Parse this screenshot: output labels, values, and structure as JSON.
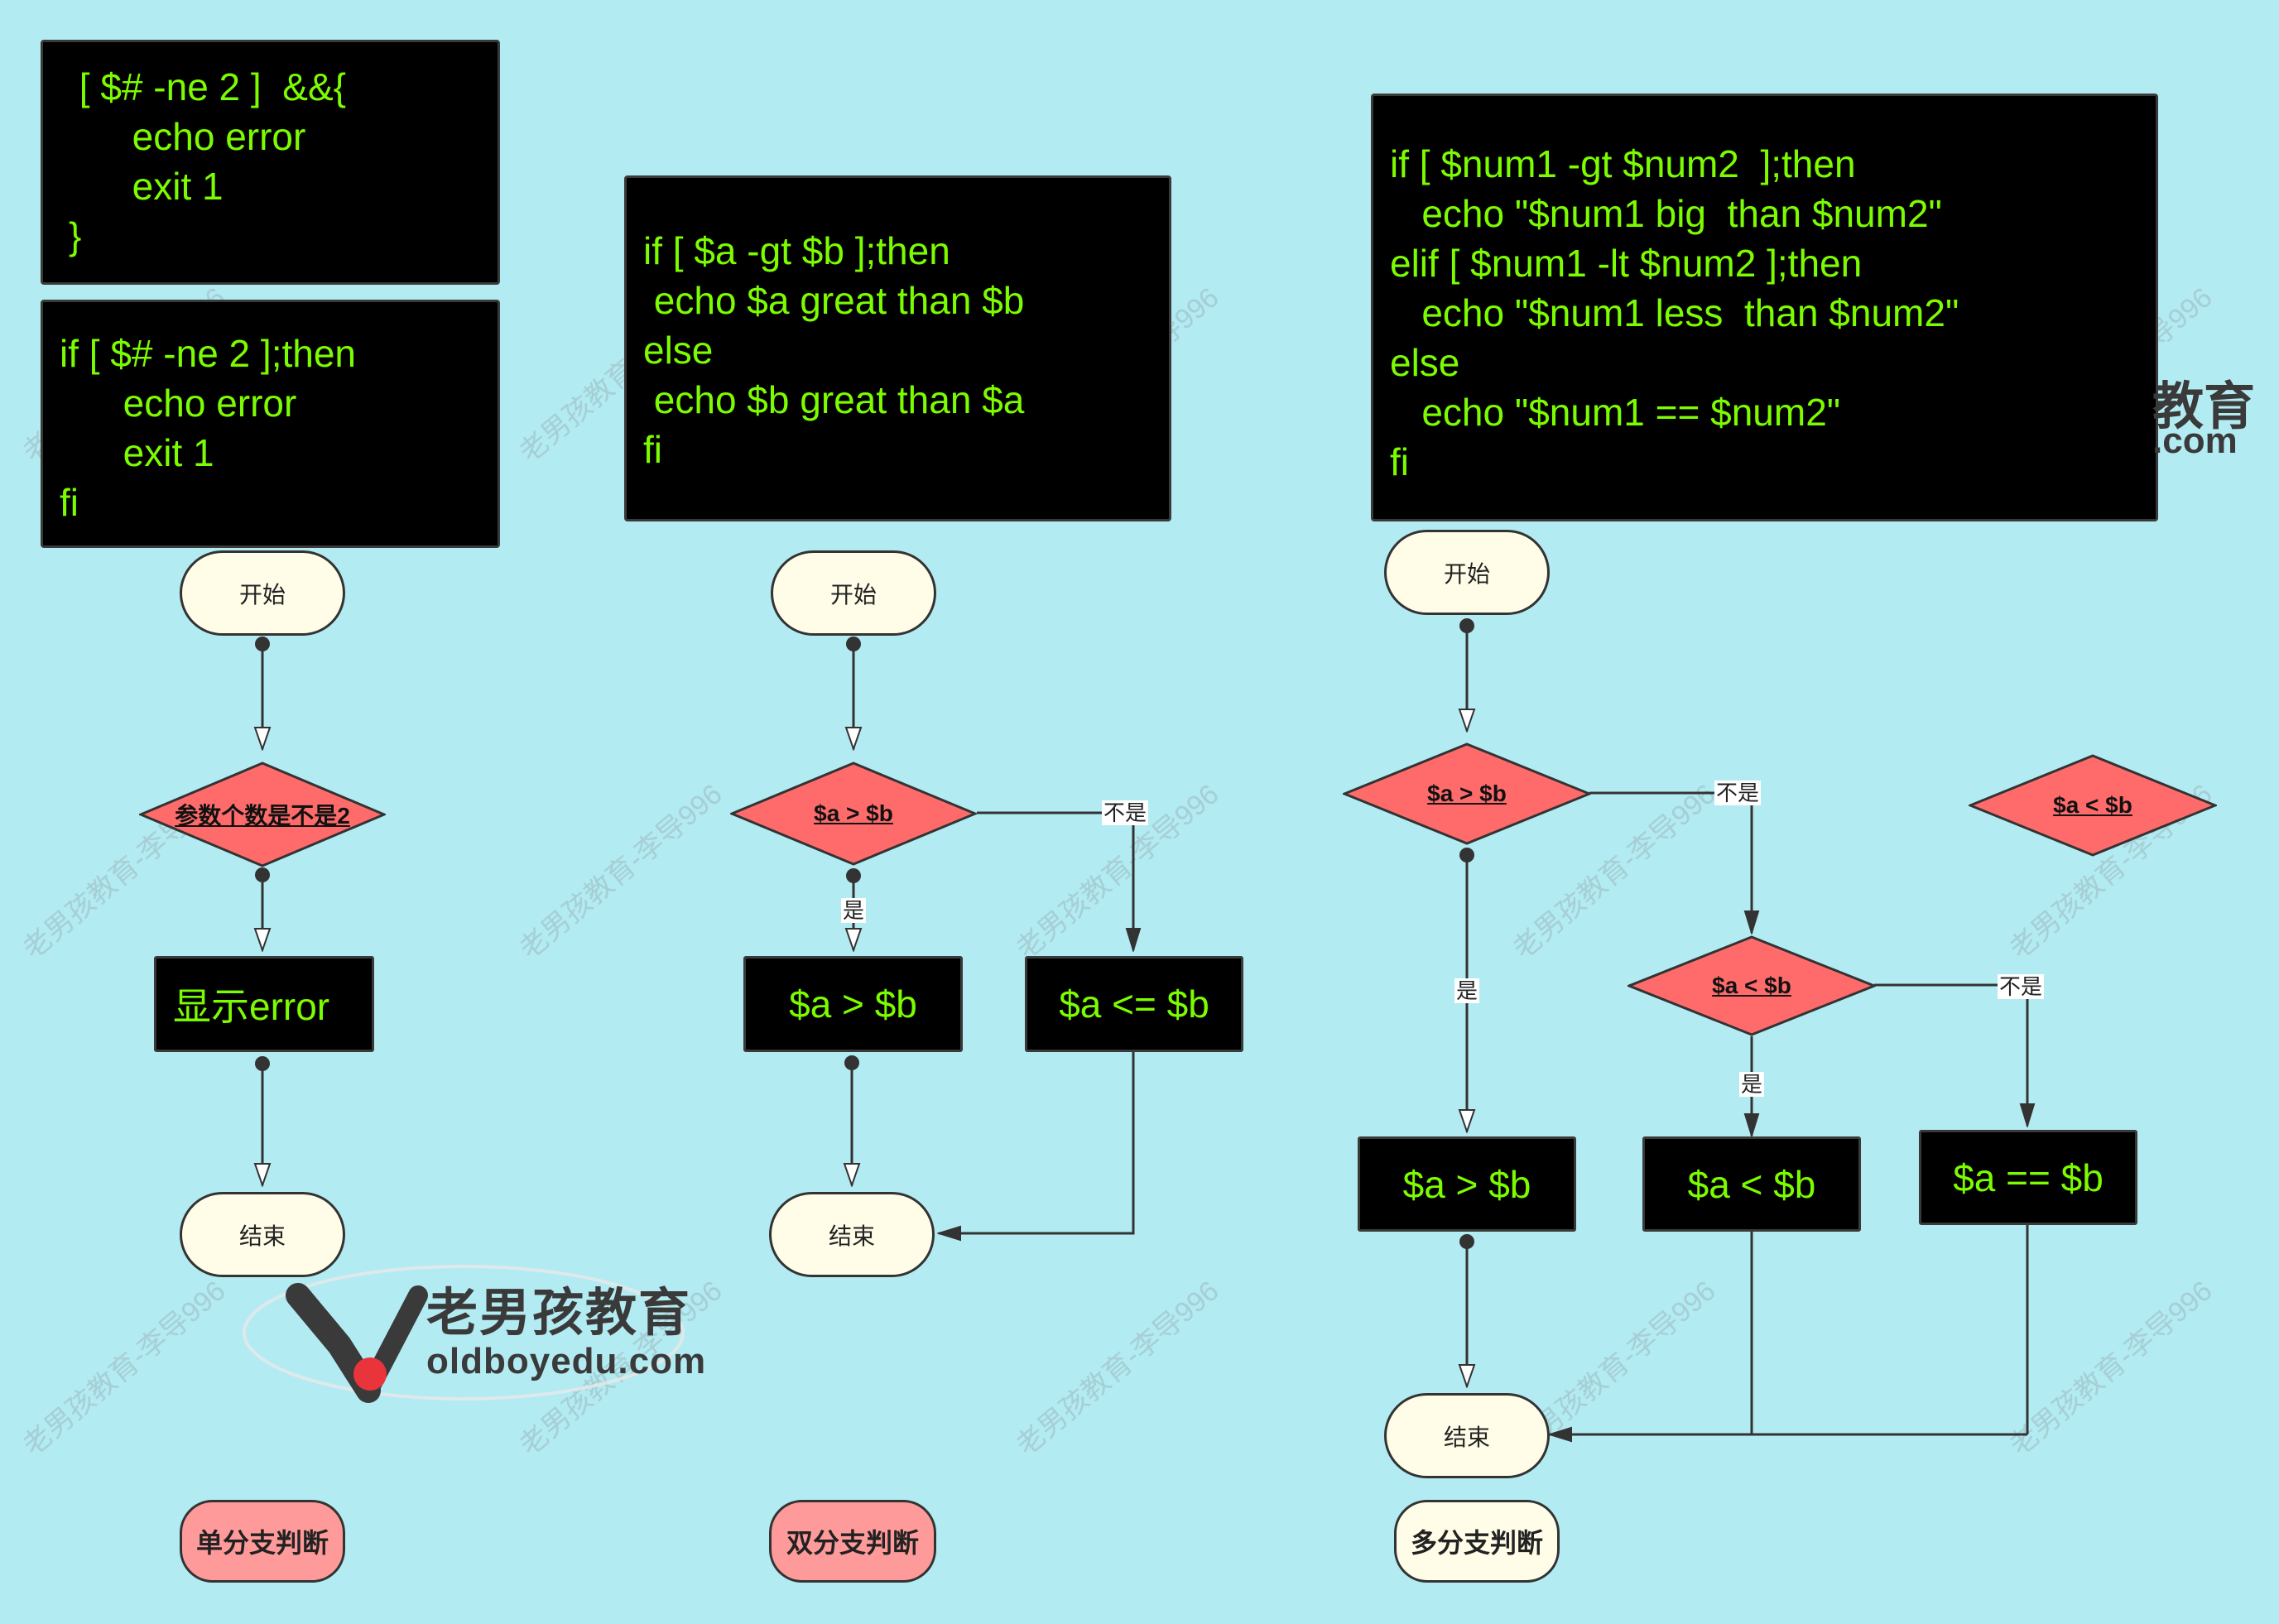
{
  "code_blocks": {
    "single_and": " [ $# -ne 2 ]  &&{\n      echo error\n      exit 1\n}",
    "single_if": "if [ $# -ne 2 ];then\n      echo error\n      exit 1\nfi",
    "double_if": "if [ $a -gt $b ];then\n echo $a great than $b\nelse\n echo $b great than $a\nfi",
    "multi_if": "if [ $num1 -gt $num2  ];then\n   echo \"$num1 big  than $num2\"\nelif [ $num1 -lt $num2 ];then\n   echo \"$num1 less  than $num2\"\nelse\n   echo \"$num1 == $num2\"\nfi"
  },
  "single": {
    "start": "开始",
    "decision": "参数个数是不是2",
    "process": "显示error",
    "end": "结束",
    "caption": "单分支判断"
  },
  "double": {
    "start": "开始",
    "decision": "$a > $b",
    "yes_label": "是",
    "no_label": "不是",
    "process_yes": "$a > $b",
    "process_no": "$a <= $b",
    "end": "结束",
    "caption": "双分支判断"
  },
  "multi": {
    "start": "开始",
    "decision1": "$a > $b",
    "decision1_no": "不是",
    "decision1_yes": "是",
    "decision2": "$a < $b",
    "decision2_yes": "是",
    "decision2_no": "不是",
    "decision_floating": "$a < $b",
    "process_gt": "$a > $b",
    "process_lt": "$a < $b",
    "process_eq": "$a == $b",
    "end": "结束",
    "caption": "多分支判断"
  },
  "logo": {
    "name_cn": "老男孩教育",
    "domain": "oldboyedu.com",
    "partial_cn": "教育",
    "partial_en": ".com"
  },
  "colors": {
    "background": "#b3ebf2",
    "code_text": "#7cfc00",
    "decision_fill": "#ff6b6b",
    "terminal_fill": "#fffde8",
    "caption_single": "#ff9a9a",
    "caption_double": "#ff9a9a",
    "caption_multi": "#fffde8"
  }
}
